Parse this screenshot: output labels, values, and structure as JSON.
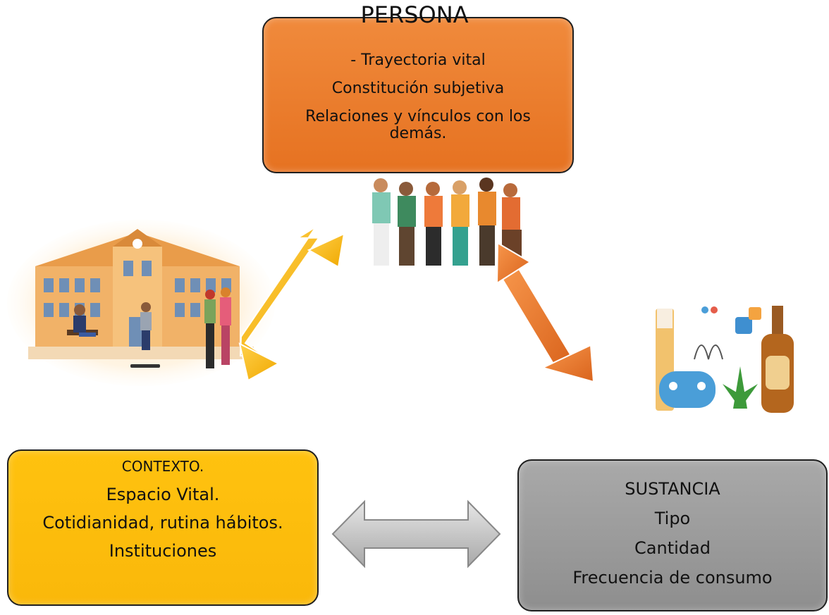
{
  "persona": {
    "title": "PERSONA",
    "lines": [
      "- Trayectoria vital",
      "Constitución subjetiva",
      "Relaciones y vínculos con los",
      "demás."
    ]
  },
  "contexto": {
    "title": "CONTEXTO.",
    "lines": [
      "Espacio Vital.",
      "Cotidianidad, rutina hábitos.",
      "Instituciones"
    ]
  },
  "sustancia": {
    "title": "SUSTANCIA",
    "lines": [
      "Tipo",
      "Cantidad",
      "Frecuencia de consumo"
    ]
  },
  "colors": {
    "persona": "#ec7c30",
    "contexto": "#ffc000",
    "sustancia": "#a5a5a5",
    "arrow_yellow": "#f5b80d",
    "arrow_orange": "#e8782a",
    "arrow_gray": "#b9b9b9"
  },
  "icons": [
    "people-group-icon",
    "school-scene-icon",
    "substances-icon"
  ]
}
